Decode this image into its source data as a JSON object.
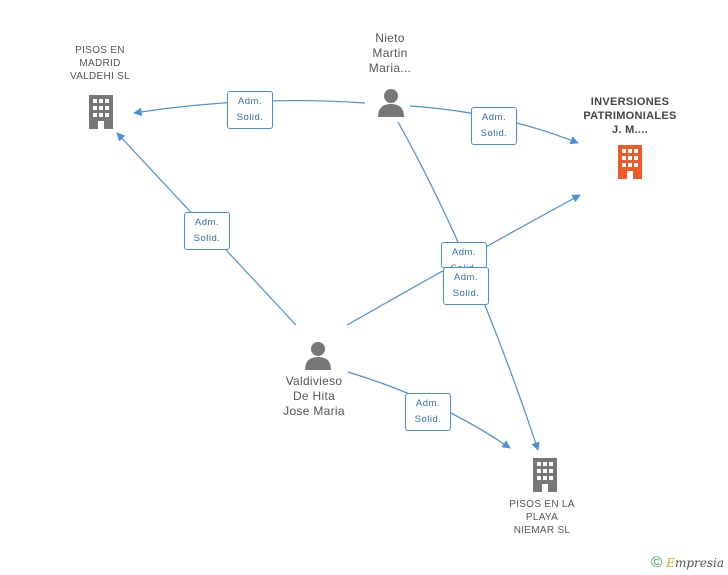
{
  "nodes": {
    "pisos_madrid": {
      "label": "PISOS EN\nMADRID\nVALDEHI  SL",
      "kind": "company"
    },
    "nieto": {
      "label": "Nieto\nMartin\nMaria...",
      "kind": "person"
    },
    "inversiones": {
      "label": "INVERSIONES\nPATRIMONIALES\nJ. M....",
      "kind": "company-highlight",
      "color": "#f05a28"
    },
    "valdivieso": {
      "label": "Valdivieso\nDe Hita\nJose Maria",
      "kind": "person"
    },
    "pisos_playa": {
      "label": "PISOS EN LA\nPLAYA\nNIEMAR  SL",
      "kind": "company"
    }
  },
  "edges": [
    {
      "from": "nieto",
      "to": "pisos_madrid",
      "label": "Adm.\nSolid."
    },
    {
      "from": "nieto",
      "to": "inversiones",
      "label": "Adm.\nSolid."
    },
    {
      "from": "valdivieso",
      "to": "pisos_madrid",
      "label": "Adm.\nSolid."
    },
    {
      "from": "valdivieso",
      "to": "inversiones",
      "label": "Adm.\nSolid."
    },
    {
      "from": "nieto",
      "to": "pisos_playa",
      "label": "Adm.\nSolid."
    },
    {
      "from": "valdivieso",
      "to": "pisos_playa",
      "label": "Adm.\nSolid."
    }
  ],
  "colors": {
    "edge": "#4a8fd9",
    "icon": "#777777",
    "highlight": "#f05a28"
  },
  "footer": {
    "copyright": "©",
    "brand_first": "E",
    "brand_rest": "mpresia"
  }
}
